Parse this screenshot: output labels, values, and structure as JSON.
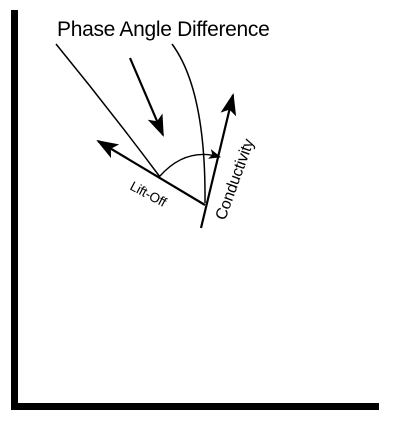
{
  "diagram": {
    "title": "Phase Angle Difference",
    "lift_off_label": "Lift-Off",
    "conductivity_label": "Conductivity",
    "colors": {
      "stroke": "#000000",
      "background": "#ffffff"
    }
  }
}
